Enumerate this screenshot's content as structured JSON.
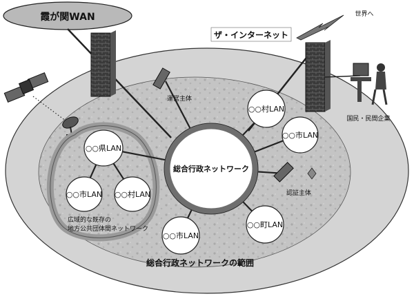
{
  "kasumigaseki_wan": "霞が関WAN",
  "internet": "ザ・インターネット",
  "world": "世界へ",
  "operator": "運営主体",
  "citizens": "国民・民間企業",
  "certifier": "認証主体",
  "core_network": "総合行政ネットワーク",
  "regional_network": "広域的な既存の\n地方公共団体間ネットワーク",
  "scope": "総合行政ネットワークの範囲",
  "lans": {
    "pref": "○○県LAN",
    "city_left": "○○市LAN",
    "village_left": "○○村LAN",
    "village_top": "○○村LAN",
    "city_right": "○○市LAN",
    "town": "○○町LAN",
    "city_bottom": "○○市LAN"
  },
  "colors": {
    "outer_fill": "#d4d4d4",
    "inner_fill": "#bdbdbd",
    "ring": "#6e6e6e",
    "wall": "#3a3a3a",
    "wan_fill": "#b9b9b9"
  }
}
